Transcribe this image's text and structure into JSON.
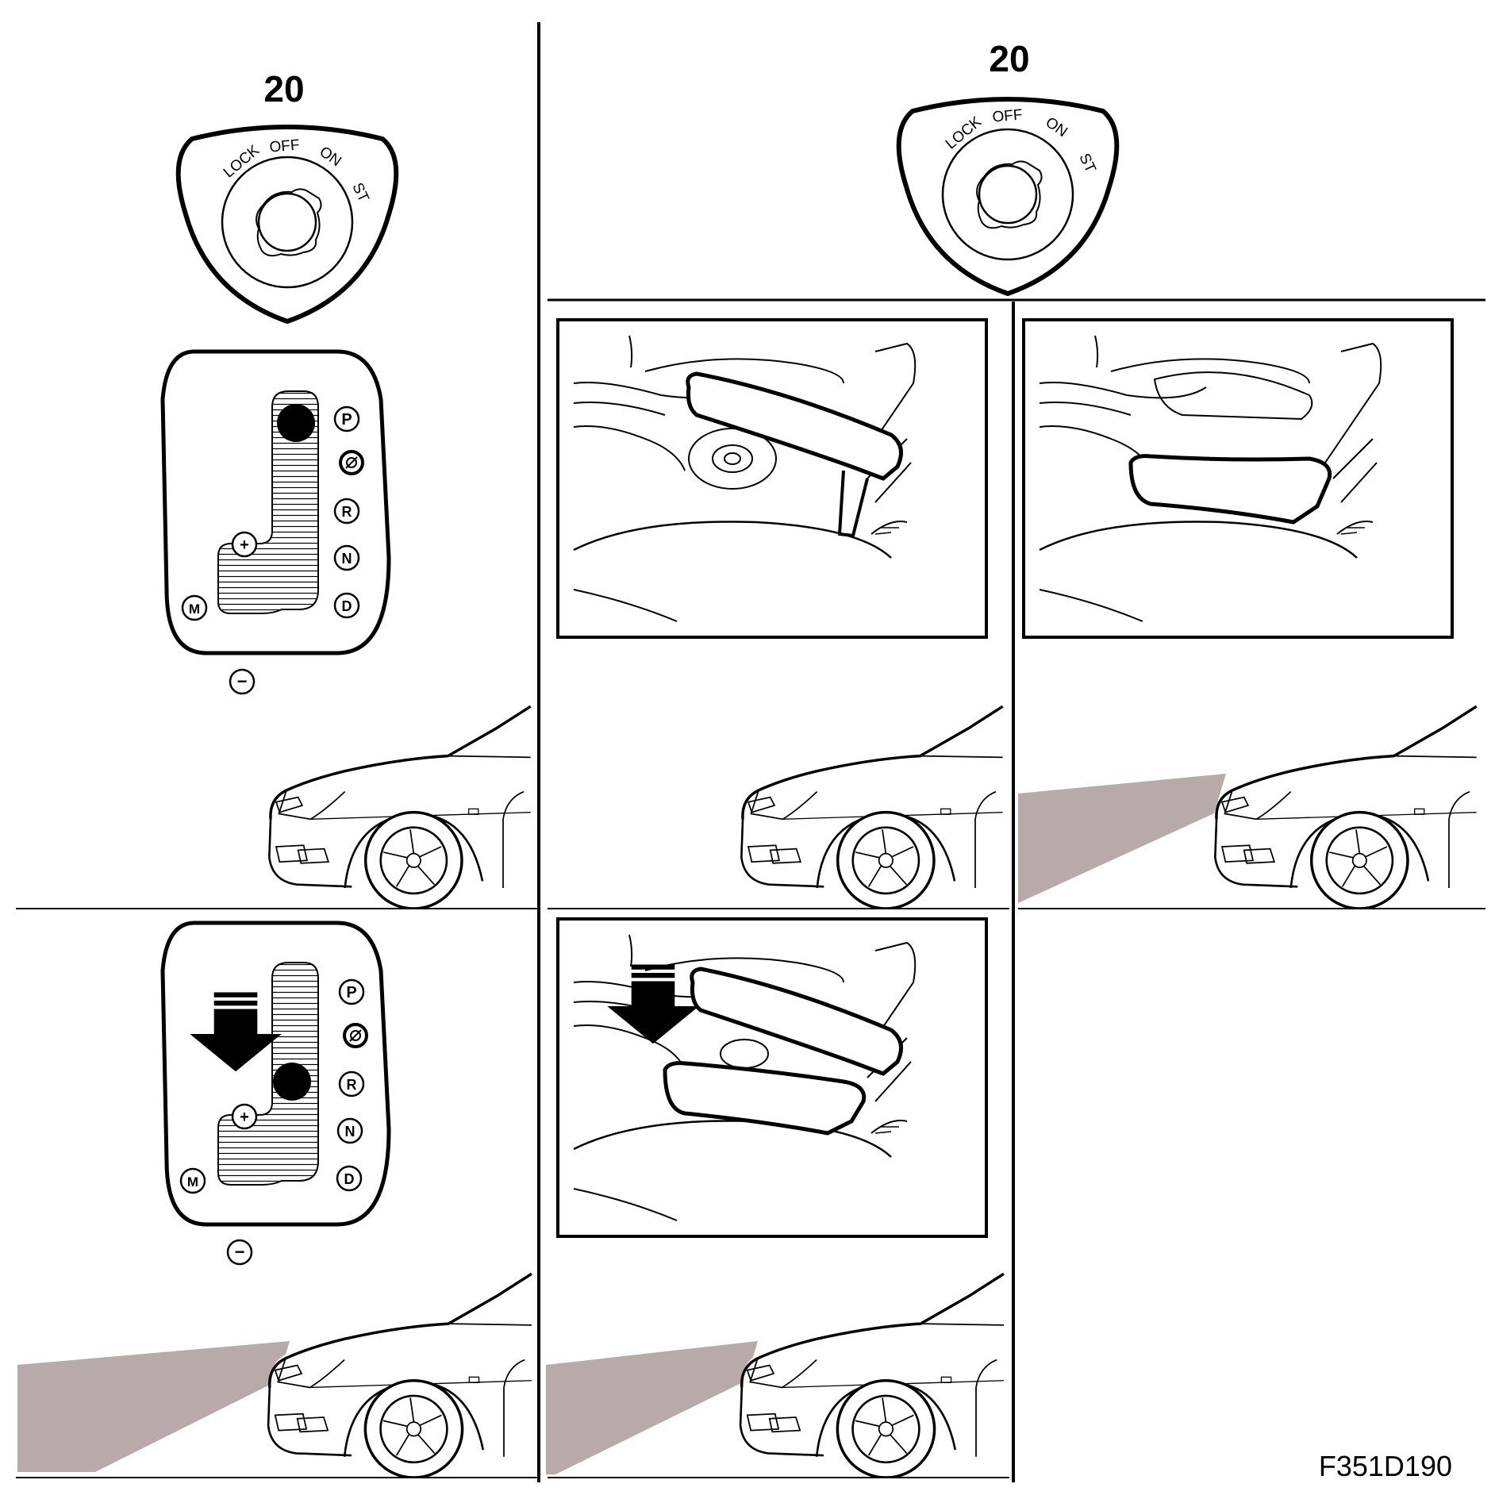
{
  "figure_id": "F351D190",
  "ignition_left": {
    "number": "20",
    "positions": [
      "LOCK",
      "OFF",
      "ON",
      "ST"
    ]
  },
  "ignition_right": {
    "number": "20",
    "positions": [
      "LOCK",
      "OFF",
      "ON",
      "ST"
    ]
  },
  "gear_selector": {
    "positions": [
      "P",
      "R",
      "N",
      "D"
    ],
    "manual": "M",
    "plus": "+",
    "minus": "−"
  },
  "colors": {
    "line": "#000000",
    "headlight_beam": "#b7aaa8",
    "background": "#ffffff"
  },
  "icons": [
    "ignition-switch-icon",
    "gear-selector-icon",
    "car-front-icon",
    "headlight-beam-icon",
    "down-arrow-icon",
    "lever-icon"
  ]
}
